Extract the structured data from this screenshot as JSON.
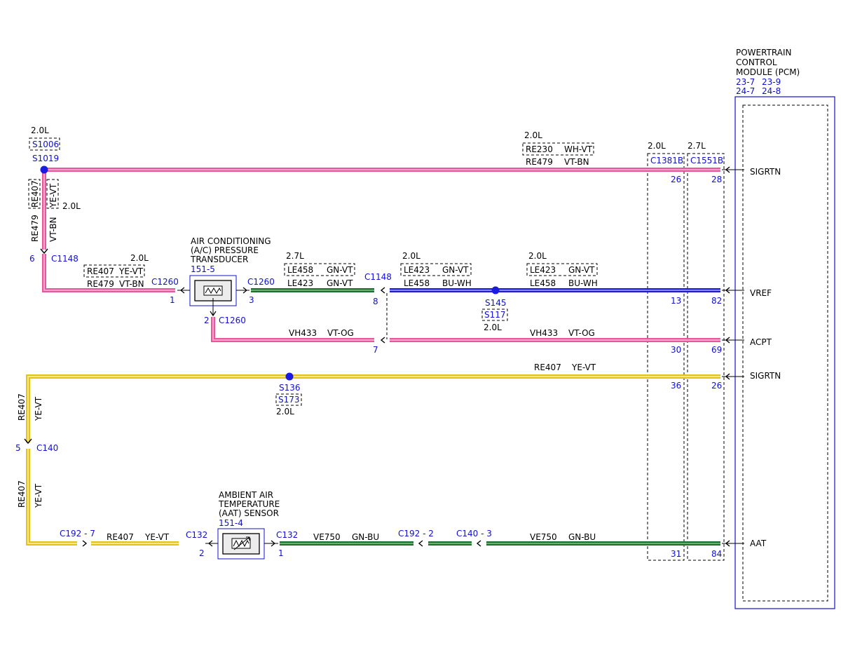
{
  "pcm": {
    "title_lines": [
      "POWERTRAIN",
      "CONTROL",
      "MODULE (PCM)"
    ],
    "refs_1": [
      "23-7",
      "23-9"
    ],
    "refs_2": [
      "24-7",
      "24-8"
    ],
    "pins": [
      "SIGRTN",
      "VREF",
      "ACPT",
      "SIGRTN",
      "AAT"
    ]
  },
  "connectors": {
    "c1381b": {
      "name": "C1381B",
      "engine": "2.0L",
      "pins": [
        "26",
        "13",
        "30",
        "36",
        "31"
      ]
    },
    "c1551b": {
      "name": "C1551B",
      "engine": "2.7L",
      "pins": [
        "28",
        "82",
        "69",
        "26",
        "84"
      ]
    }
  },
  "splices": {
    "s1006": {
      "name": "S1006",
      "engine": "2.0L"
    },
    "s1019": {
      "name": "S1019"
    },
    "s145": {
      "name": "S145"
    },
    "s117": {
      "name": "S117",
      "engine": "2.0L"
    },
    "s136": {
      "name": "S136"
    },
    "s173": {
      "name": "S173",
      "engine": "2.0L"
    }
  },
  "components": {
    "ac_sensor": {
      "lines": [
        "AIR CONDITIONING",
        "(A/C) PRESSURE",
        "TRANSDUCER"
      ],
      "ref": "151-5",
      "connector": "C1260",
      "pins": [
        "1",
        "3",
        "2"
      ]
    },
    "aat_sensor": {
      "lines": [
        "AMBIENT AIR",
        "TEMPERATURE",
        "(AAT) SENSOR"
      ],
      "ref": "151-4",
      "connector": "C132",
      "pins": [
        "2",
        "1"
      ]
    }
  },
  "inline": {
    "c1148": "C1148",
    "c1148_pins": [
      "6",
      "8",
      "7"
    ],
    "c140": "C140",
    "c140_pin": "5",
    "c192_7": "C192 - 7",
    "c192_2": "C192 - 2",
    "c140_3": "C140 - 3"
  },
  "wires": {
    "sigrtn_top": {
      "alt_circuit": "RE230",
      "alt_color": "WH-VT",
      "circuit": "RE479",
      "color": "VT-BN",
      "engine": "2.0L"
    },
    "sigrtn_vertical": {
      "alt_circuit": "RE407",
      "alt_color": "YE-VT",
      "circuit": "RE479",
      "color": "VT-BN",
      "engine": "2.0L"
    },
    "ac_left": {
      "alt_circuit": "RE407",
      "alt_color": "YE-VT",
      "circuit": "RE479",
      "color": "VT-BN",
      "engine": "2.0L"
    },
    "ac_green": {
      "alt_circuit": "LE458",
      "alt_color": "GN-VT",
      "circuit": "LE423",
      "color": "GN-VT",
      "engine": "2.7L"
    },
    "vref_left": {
      "alt_circuit": "LE423",
      "alt_color": "GN-VT",
      "circuit": "LE458",
      "color": "BU-WH",
      "engine": "2.0L"
    },
    "vref_right": {
      "alt_circuit": "LE423",
      "alt_color": "GN-VT",
      "circuit": "LE458",
      "color": "BU-WH",
      "engine": "2.0L"
    },
    "acpt_left": {
      "circuit": "VH433",
      "color": "VT-OG"
    },
    "acpt_right": {
      "circuit": "VH433",
      "color": "VT-OG"
    },
    "yellow_top": {
      "circuit": "RE407",
      "color": "YE-VT"
    },
    "yellow_vertical_upper": {
      "circuit": "RE407",
      "color": "YE-VT"
    },
    "yellow_vertical_lower": {
      "circuit": "RE407",
      "color": "YE-VT"
    },
    "yellow_bottom": {
      "circuit": "RE407",
      "color": "YE-VT"
    },
    "aat_green_left": {
      "circuit": "VE750",
      "color": "GN-BU"
    },
    "aat_green_right": {
      "circuit": "VE750",
      "color": "GN-BU"
    }
  },
  "colors": {
    "pink": "#e8569e",
    "pink_light": "#f3a6cc",
    "blue": "#1a1ae0",
    "blue_light": "#8a8af5",
    "green": "#1d6e2f",
    "green_light": "#67b06f",
    "yellow": "#e5c21a",
    "yellow_light": "#f6e68a",
    "label_blue": "#1010d0"
  }
}
